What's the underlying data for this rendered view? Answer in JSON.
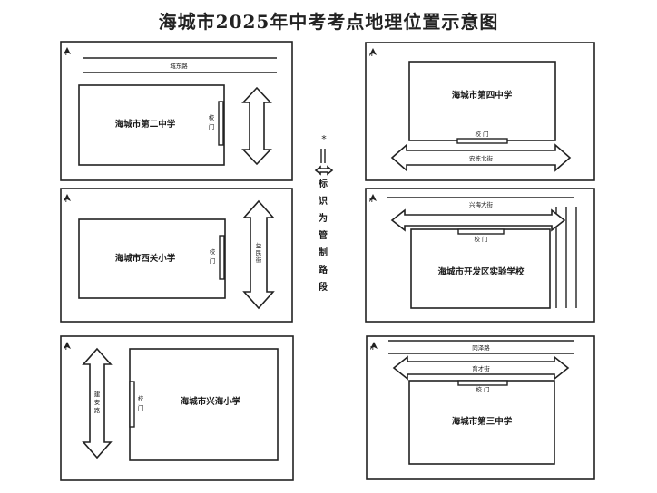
{
  "title": "海城市2025年中考考点地理位置示意图",
  "legend": {
    "symbol": "*",
    "characters": [
      "标",
      "识",
      "为",
      "管",
      "制",
      "路",
      "段"
    ]
  },
  "panels": [
    {
      "school": "海城市第二中学",
      "gate": [
        "校",
        "门"
      ],
      "road": "城东路"
    },
    {
      "school": "海城市第四中学",
      "gate": "校 门",
      "road": "安栋北街"
    },
    {
      "school": "海城市西关小学",
      "gate": [
        "校",
        "门"
      ],
      "road": [
        "益",
        "民",
        "街"
      ]
    },
    {
      "school": "海城市开发区实验学校",
      "gate": "校 门",
      "road": "兴海大街"
    },
    {
      "school": "海城市兴海小学",
      "gate": [
        "校",
        "门"
      ],
      "road": [
        "建",
        "安",
        "路"
      ]
    },
    {
      "school": "海城市第三中学",
      "gate": "校 门",
      "road_top": "同泽路",
      "road_inner": "育才街"
    }
  ],
  "colors": {
    "line": "#222222",
    "background": "#ffffff"
  }
}
